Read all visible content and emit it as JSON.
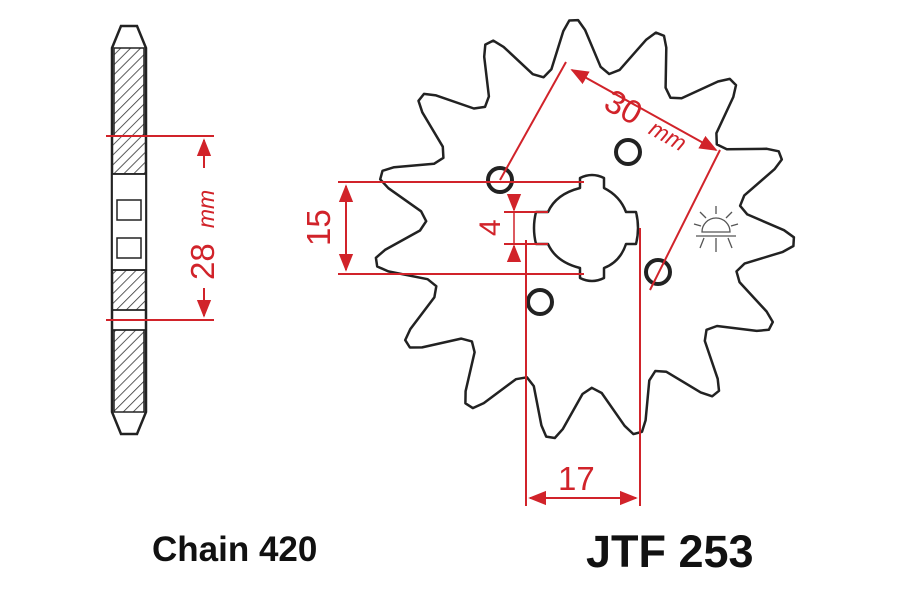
{
  "colors": {
    "dimension": "#d1232a",
    "outline": "#222222",
    "hatch": "#333333",
    "background": "#ffffff"
  },
  "icons": {
    "side_profile": "sprocket-side-profile-icon",
    "sprocket": "sprocket-front-view-icon",
    "logo": "sun-logo-icon"
  },
  "labels": {
    "chain": "Chain 420",
    "part_number": "JTF 253"
  },
  "dimensions": {
    "bolt_circle": {
      "value": "30",
      "unit": "mm"
    },
    "hub_width": {
      "value": "28",
      "unit": "mm"
    },
    "spline_height": {
      "value": "15"
    },
    "spline_tooth": {
      "value": "4"
    },
    "spline_width": {
      "value": "17"
    }
  }
}
